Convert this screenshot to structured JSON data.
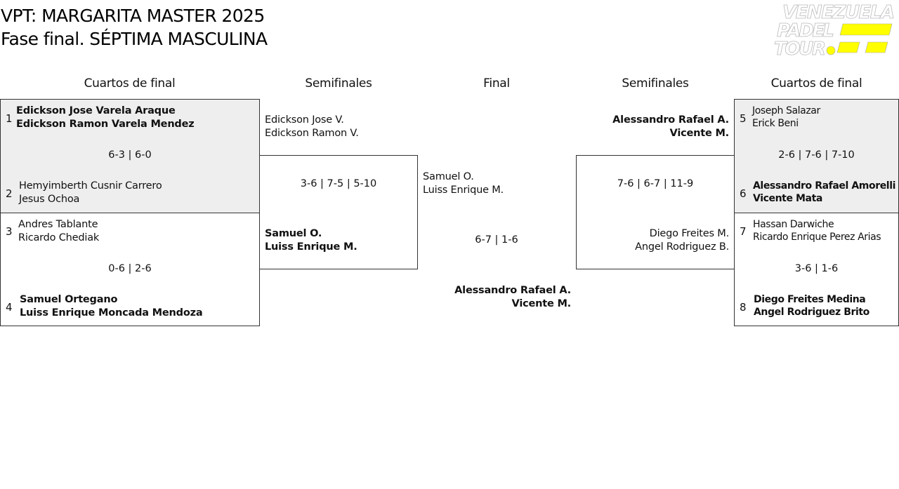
{
  "header": {
    "title_line1": "VPT: MARGARITA MASTER 2025",
    "title_line2": "Fase final. SÉPTIMA MASCULINA",
    "logo_text": "VENEZUELA PADEL TOUR",
    "logo_accent": "#ffff00"
  },
  "rounds": {
    "qf_left": "Cuartos de final",
    "sf_left": "Semifinales",
    "final": "Final",
    "sf_right": "Semifinales",
    "qf_right": "Cuartos de final"
  },
  "qf_left": [
    {
      "top": {
        "seed": "1",
        "p1": "Edickson Jose Varela Araque",
        "p2": "Edickson Ramon Varela Mendez",
        "winner": true
      },
      "bottom": {
        "seed": "2",
        "p1": "Hemyimberth Cusnir Carrero",
        "p2": "Jesus Ochoa",
        "winner": false
      },
      "score": "6-3 | 6-0"
    },
    {
      "top": {
        "seed": "3",
        "p1": "Andres Tablante",
        "p2": "Ricardo Chediak",
        "winner": false
      },
      "bottom": {
        "seed": "4",
        "p1": "Samuel Ortegano",
        "p2": "Luiss Enrique Moncada Mendoza",
        "winner": true
      },
      "score": "0-6 | 2-6"
    }
  ],
  "sf_left": {
    "top": {
      "p1": "Edickson Jose V.",
      "p2": "Edickson Ramon V."
    },
    "bottom": {
      "p1": "Samuel O.",
      "p2": "Luiss Enrique M."
    },
    "score": "3-6 | 7-5 | 5-10"
  },
  "final": {
    "top": {
      "p1": "Samuel O.",
      "p2": "Luiss Enrique M."
    },
    "bottom": {
      "p1": "Alessandro Rafael A.",
      "p2": "Vicente M."
    },
    "score": "6-7 | 1-6"
  },
  "sf_right": {
    "top": {
      "p1": "Alessandro Rafael A.",
      "p2": "Vicente M."
    },
    "bottom": {
      "p1": "Diego Freites M.",
      "p2": "Angel Rodriguez B."
    },
    "score": "7-6 | 6-7 | 11-9"
  },
  "qf_right": [
    {
      "top": {
        "seed": "5",
        "p1": "Joseph Salazar",
        "p2": "Erick Beni",
        "winner": false
      },
      "bottom": {
        "seed": "6",
        "p1": "Alessandro Rafael Amorelli",
        "p2": "Vicente Mata",
        "winner": true
      },
      "score": "2-6 | 7-6 | 7-10"
    },
    {
      "top": {
        "seed": "7",
        "p1": "Hassan Darwiche",
        "p2": "Ricardo Enrique Perez Arias",
        "winner": false
      },
      "bottom": {
        "seed": "8",
        "p1": "Diego Freites Medina",
        "p2": "Angel Rodriguez Brito",
        "winner": true
      },
      "score": "3-6 | 1-6"
    }
  ]
}
